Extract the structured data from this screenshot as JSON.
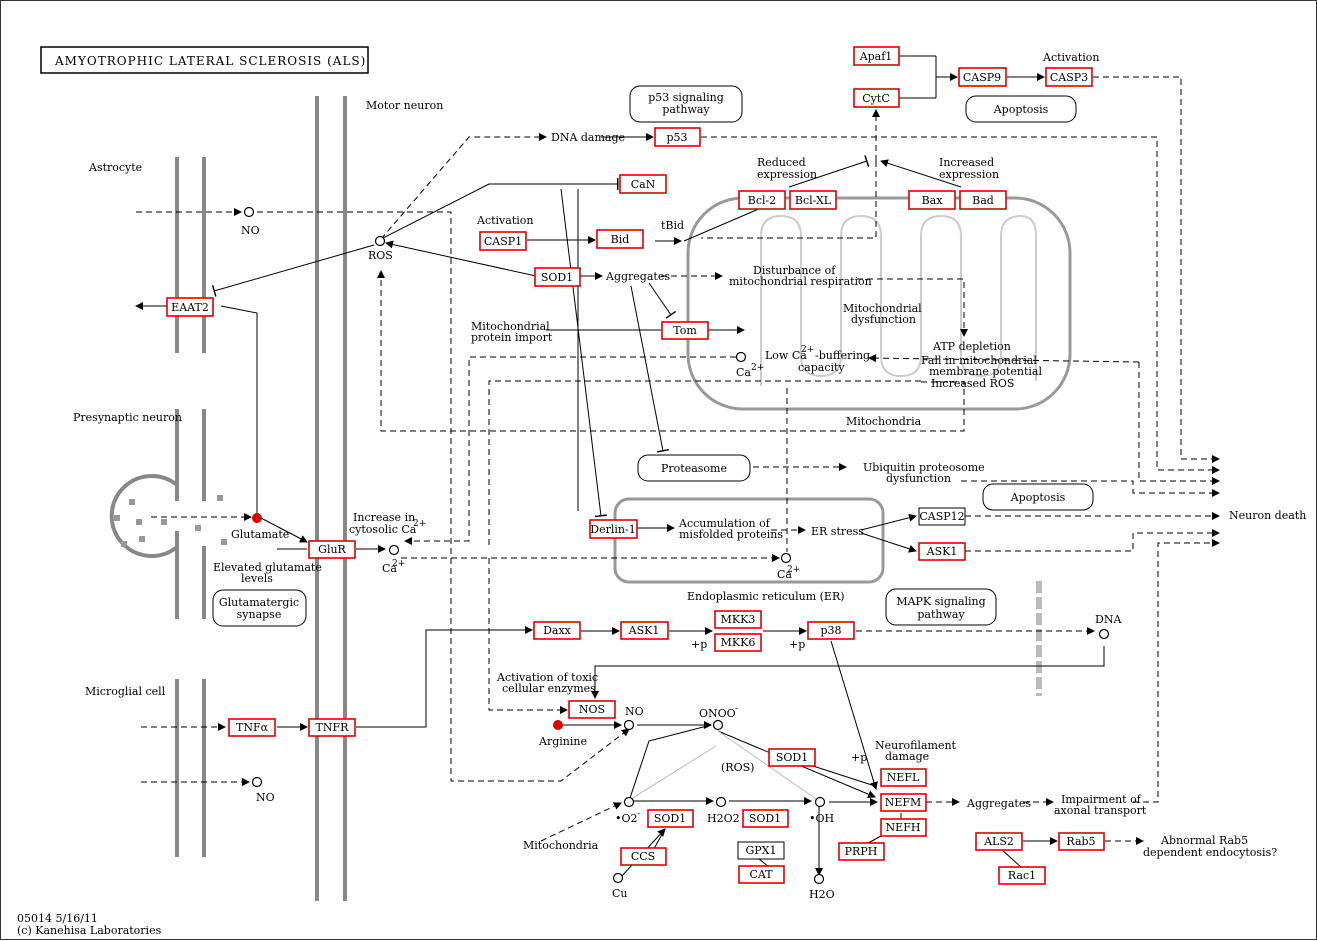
{
  "title": "AMYOTROPHIC LATERAL SCLEROSIS (ALS)",
  "footer": {
    "code": "05014 5/16/11",
    "copyright": "(c) Kanehisa Laboratories"
  },
  "colors": {
    "gene_border": "#e00000",
    "membrane": "#888888"
  },
  "genes": {
    "apaf1": "Apaf1",
    "cytc": "CytC",
    "casp9": "CASP9",
    "casp3": "CASP3",
    "p53": "p53",
    "can": "CaN",
    "bcl2": "Bcl-2",
    "bclxl": "Bcl-XL",
    "bax": "Bax",
    "bad": "Bad",
    "casp1": "CASP1",
    "bid": "Bid",
    "sod1_main": "SOD1",
    "eaat2": "EAAT2",
    "tom": "Tom",
    "derlin1": "Derlin-1",
    "ask1_er": "ASK1",
    "glur": "GluR",
    "daxx": "Daxx",
    "ask1": "ASK1",
    "mkk3": "MKK3",
    "mkk6": "MKK6",
    "p38": "p38",
    "tnfa": "TNFα",
    "tnfr": "TNFR",
    "nos": "NOS",
    "sod1_onoo": "SOD1",
    "nefl": "NEFL",
    "nefm": "NEFM",
    "nefh": "NEFH",
    "prph": "PRPH",
    "sod1_o2": "SOD1",
    "sod1_h2o2": "SOD1",
    "ccs": "CCS",
    "cat": "CAT",
    "als2": "ALS2",
    "rab5": "Rab5",
    "rac1": "Rac1"
  },
  "black_boxes": {
    "casp12": "CASP12",
    "gpx1": "GPX1"
  },
  "pathways": {
    "p53_line1": "p53 signaling",
    "p53_line2": "pathway",
    "apoptosis_top": "Apoptosis",
    "proteasome": "Proteasome",
    "apoptosis_mid": "Apoptosis",
    "glut_line1": "Glutamatergic",
    "glut_line2": "synapse",
    "mapk_line1": "MAPK signaling",
    "mapk_line2": "pathway"
  },
  "labels": {
    "activation_top": "Activation",
    "motor_neuron": "Motor neuron",
    "astrocyte": "Astrocyte",
    "no_top": "NO",
    "dna_damage": "DNA damage",
    "reduced1": "Reduced",
    "reduced2": "expression",
    "increased1": "Increased",
    "increased2": "expression",
    "activation_mid": "Activation",
    "tbid": "tBid",
    "ros": "ROS",
    "aggregates": "Aggregates",
    "disturb1": "Disturbance of",
    "disturb2": "mitochondrial respiration",
    "mito_dys1": "Mitochondrial",
    "mito_dys2": "dysfunction",
    "mito_import1": "Mitochondrial",
    "mito_import2": "protein import",
    "atp": "ATP depletion",
    "fall1": "Fall in mitochondrial",
    "fall2": "membrane potential",
    "inc_ros": "Increased ROS",
    "low_ca": "Low Ca",
    "ca_sup": "2+",
    "buffering": "-buffering",
    "capacity": "capacity",
    "ca_mito": "Ca",
    "mitochondria": "Mitochondria",
    "presynaptic": "Presynaptic neuron",
    "ups1": "Ubiquitin proteosome",
    "ups2": "dysfunction",
    "increase1": "Increase in",
    "increase2": "cytosolic Ca",
    "glutamate": "Glutamate",
    "accum1": "Accumulation of",
    "accum2": "misfolded proteins",
    "er_stress": "ER stress",
    "neuron_death": "Neuron death",
    "ca_glur": "Ca",
    "ca_er": "Ca",
    "elevated1": "Elevated glutamate",
    "elevated2": "levels",
    "er": "Endoplasmic reticulum (ER)",
    "dna": "DNA",
    "p_mkk": "+p",
    "p_p38": "+p",
    "microglial": "Microglial cell",
    "toxic1": "Activation of toxic",
    "toxic2": "cellular enzymes",
    "no_nos": "NO",
    "onoo": "ONOO",
    "onoo_sup": "-",
    "arginine": "Arginine",
    "p_neuro": "+p",
    "neuro1": "Neurofilament",
    "neuro2": "damage",
    "ros_paren": "(ROS)",
    "no_bottom": "NO",
    "aggregates2": "Aggregates",
    "impair1": "Impairment of",
    "impair2": "axonal transport",
    "o2": "•O2",
    "o2_sup": "-",
    "h2o2": "H2O2",
    "oh": "•OH",
    "mitochondria2": "Mitochondria",
    "cu": "Cu",
    "h2o": "H2O",
    "rab5_1": "Abnormal Rab5",
    "rab5_2": "dependent endocytosis?"
  }
}
